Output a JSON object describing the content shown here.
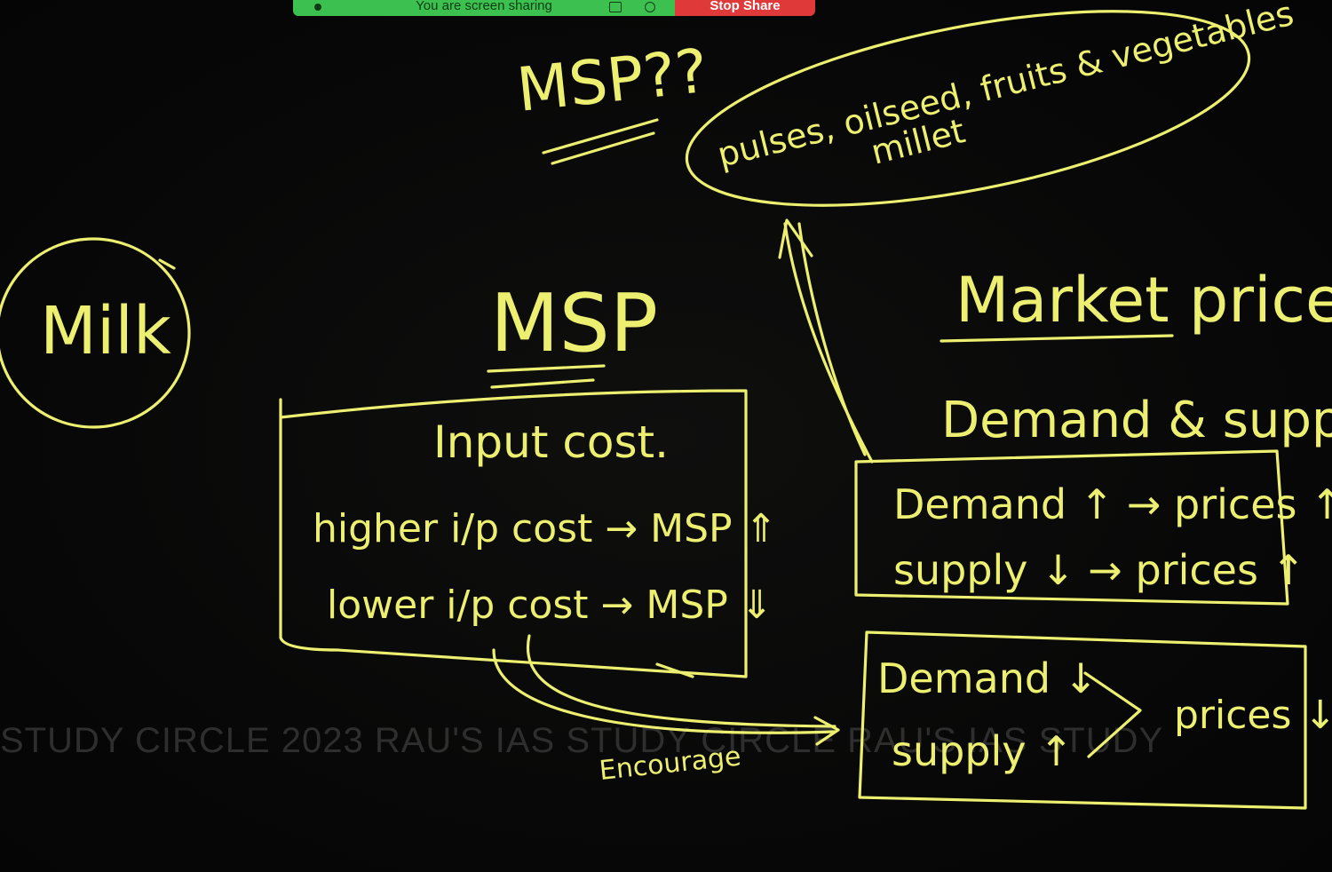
{
  "share_bar": {
    "status_text": "You are screen sharing",
    "stop_label": "Stop Share"
  },
  "board": {
    "title": "MSP??",
    "crops_note_line1": "pulses, oilseed, fruits & vegetables",
    "crops_note_line2": "millet",
    "milk_label": "Milk",
    "msp_heading": "MSP",
    "input_cost_heading": "Input cost.",
    "higher_line": "higher i/p cost → MSP ⇑",
    "lower_line": "lower i/p cost → MSP ⇓",
    "encourage_label": "Encourage",
    "market_price_heading": "Market price",
    "demand_supply_heading": "Demand & supply.",
    "box1_line1": "Demand ↑ → prices ↑",
    "box1_line2": "supply ↓ → prices ↑",
    "box2_line1": "Demand ↓",
    "box2_line2": "supply ↑",
    "box2_result": "prices ↓"
  },
  "watermark": "STUDY CIRCLE 2023   RAU'S IAS STUDY CIRCLE   RAU'S IAS STUDY",
  "colors": {
    "chalk": "#ecef70",
    "board": "#080808",
    "share_green": "#3cc150",
    "stop_red": "#e0393a"
  }
}
